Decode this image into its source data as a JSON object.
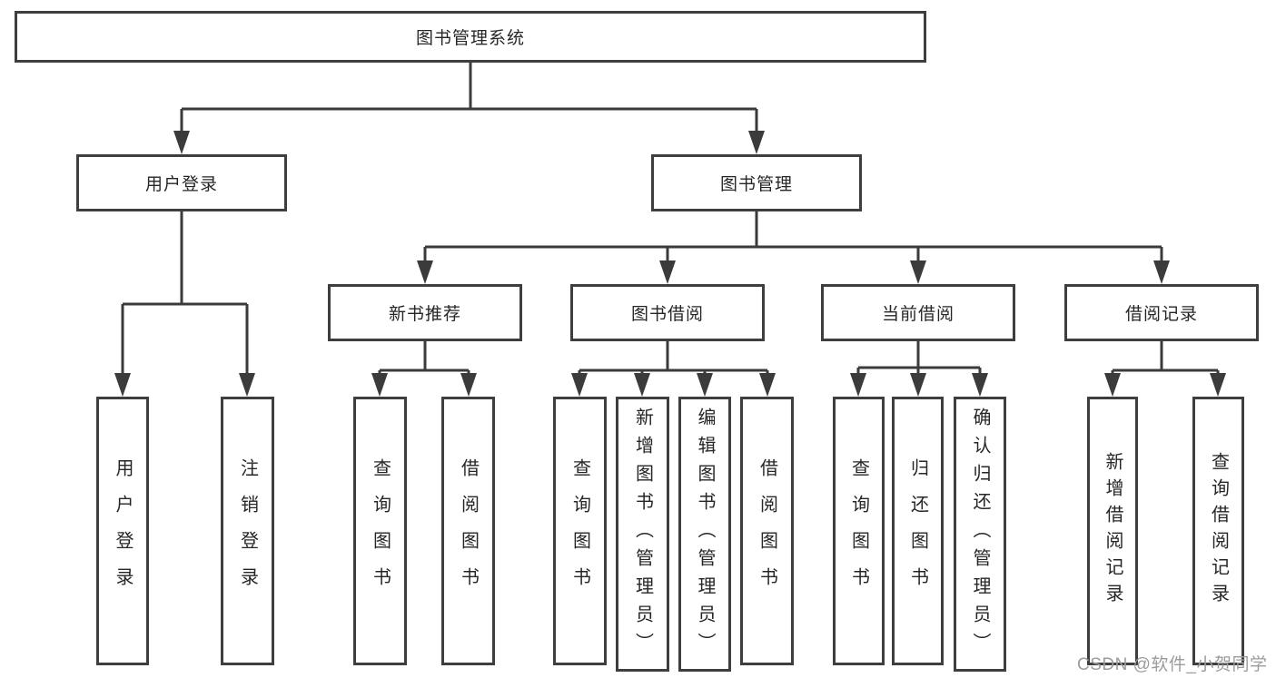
{
  "colors": {
    "background": "#ffffff",
    "line": "#3b3b3b",
    "box_border": "#3e3e3e",
    "text": "#262626",
    "watermark": "#9c9c9c"
  },
  "root": {
    "label": "图书管理系统"
  },
  "branches": {
    "user_login": {
      "label": "用户登录",
      "children": [
        {
          "label": "用户登录"
        },
        {
          "label": "注销登录"
        }
      ]
    },
    "book_management": {
      "label": "图书管理",
      "sections": [
        {
          "label": "新书推荐",
          "children": [
            {
              "label": "查询图书"
            },
            {
              "label": "借阅图书"
            }
          ]
        },
        {
          "label": "图书借阅",
          "children": [
            {
              "label": "查询图书"
            },
            {
              "label": "新增图书（管理员）"
            },
            {
              "label": "编辑图书（管理员）"
            },
            {
              "label": "借阅图书"
            }
          ]
        },
        {
          "label": "当前借阅",
          "children": [
            {
              "label": "查询图书"
            },
            {
              "label": "归还图书"
            },
            {
              "label": "确认归还（管理员）"
            }
          ]
        },
        {
          "label": "借阅记录",
          "children": [
            {
              "label": "新增借阅记录"
            },
            {
              "label": "查询借阅记录"
            }
          ]
        }
      ]
    }
  },
  "watermark": {
    "text": "CSDN @软件_小贺同学"
  }
}
